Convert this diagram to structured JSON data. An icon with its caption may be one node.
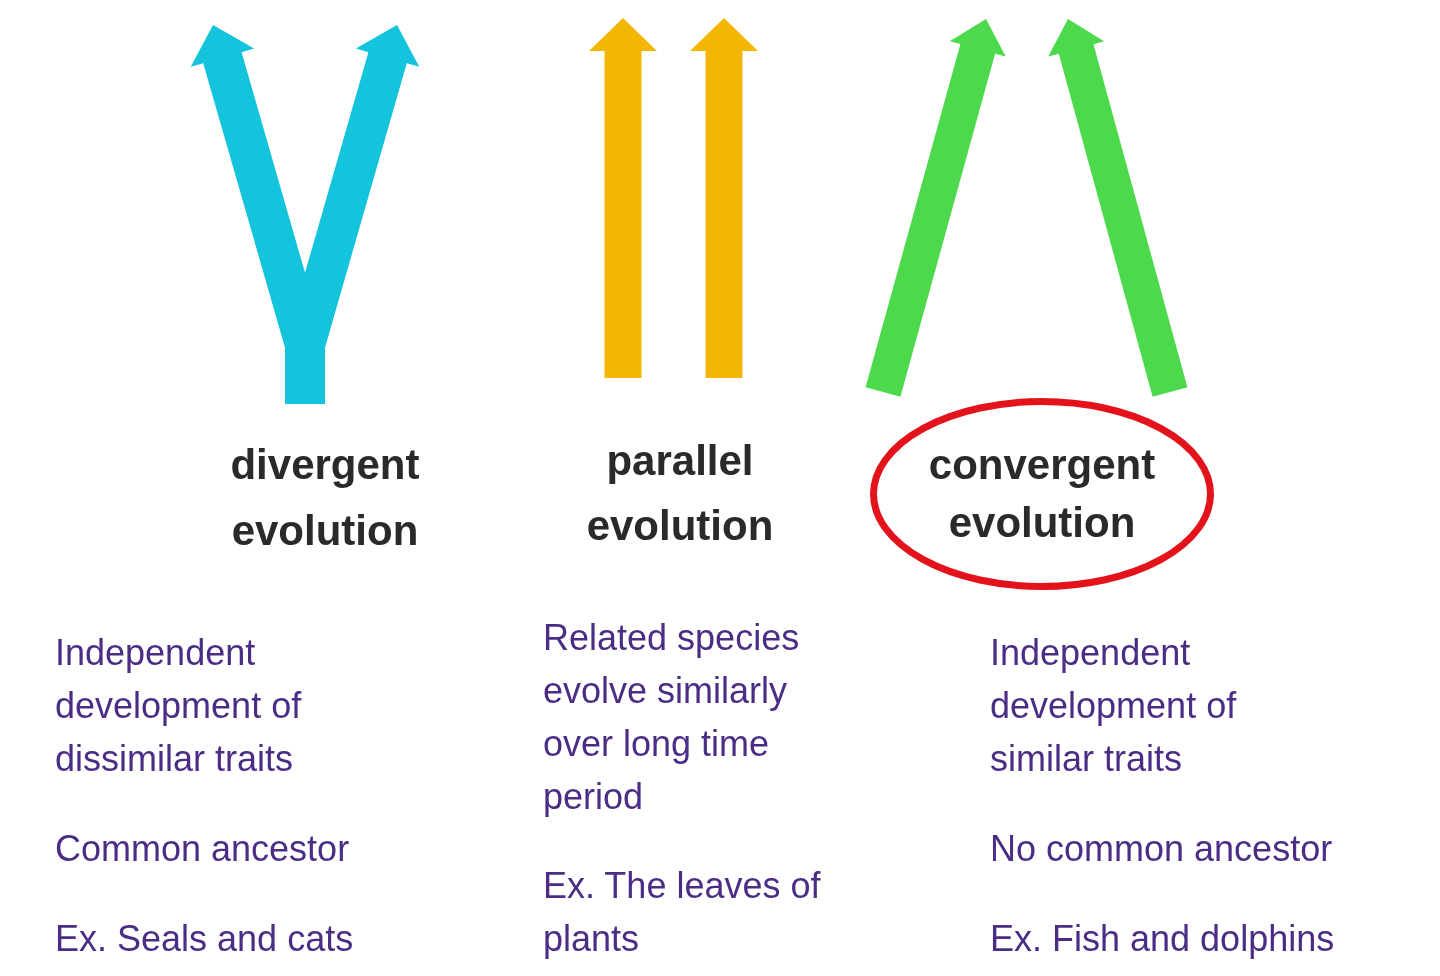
{
  "diagram": {
    "nodes": [
      {
        "text": [
          "convergent evolution"
        ]
      }
    ],
    "labels": [
      "divergent evolution",
      "parallel evolution",
      "Independent development of dissimilar traits",
      "Common ancestor",
      "Ex. Seals and cats",
      "Related species evolve similarly over long time period",
      "Ex. The leaves of plants",
      "Independent development of similar traits",
      "No common ancestor",
      "Ex. Fish and dolphins"
    ]
  }
}
